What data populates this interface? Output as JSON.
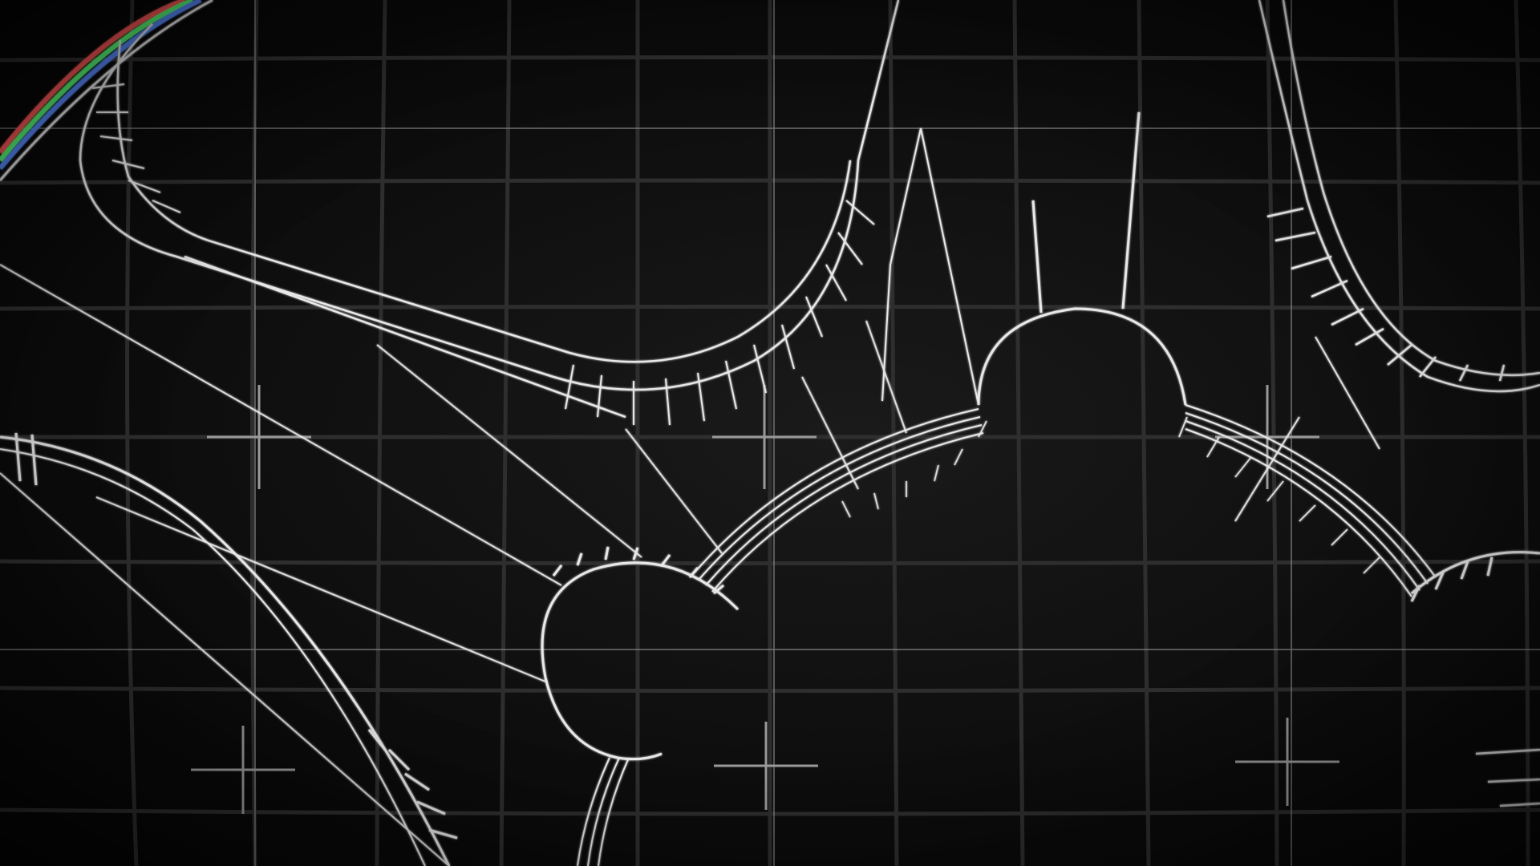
{
  "scene": {
    "subject": "blueprint-gear-wireframe",
    "background_color": "#0b0b0b",
    "grid_color": "#3a3a3a",
    "line_color": "#e6e6e6",
    "accent_line_color": "#cfcfcf",
    "chromatic_colors": [
      "#ff5a5a",
      "#5aff7a",
      "#5a8cff"
    ],
    "elements": {
      "crosshair_count": 6,
      "gear_hub_count": 3
    }
  }
}
